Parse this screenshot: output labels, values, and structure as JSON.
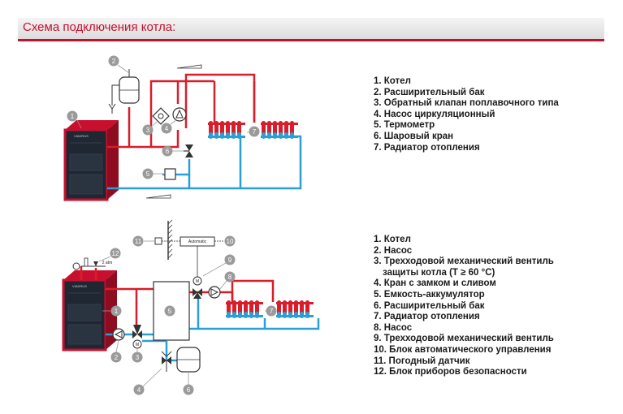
{
  "header": {
    "title": "Схема подключения котла:"
  },
  "diagram1": {
    "brand": "VIADRUS",
    "callouts": [
      "1",
      "2",
      "3",
      "4",
      "5",
      "6",
      "7"
    ],
    "legend": [
      "1. Котел",
      "2. Расширительный бак",
      "3. Обратный клапан поплавочного типа",
      "4. Насос циркуляционный",
      "5. Термометр",
      "6. Шаровый кран",
      "7. Радиатор отопления"
    ]
  },
  "diagram2": {
    "brand": "VIADRUS",
    "automatic_label": "Automatic",
    "pressure_label": "2 atm",
    "callouts": [
      "1",
      "2",
      "3",
      "4",
      "5",
      "6",
      "7",
      "8",
      "9",
      "10",
      "11",
      "12"
    ],
    "legend": [
      "1. Котел",
      "2. Насос",
      "3. Трехходовой механический вентиль",
      "защиты котла (T ≥ 60 °C)",
      "4. Кран с замком и сливом",
      "5. Емкость-аккумулятор",
      "6. Расширительный бак",
      "7. Радиатор отопления",
      "8. Насос",
      "9. Трехходовой механический вентиль",
      "10. Блок автоматического управления",
      "11. Погодный датчик",
      "12. Блок приборов безопасности"
    ]
  },
  "colors": {
    "supply": "#d81e2a",
    "return": "#2a9fd6",
    "accent": "#c8102e",
    "callout": "#9a9a9a"
  }
}
